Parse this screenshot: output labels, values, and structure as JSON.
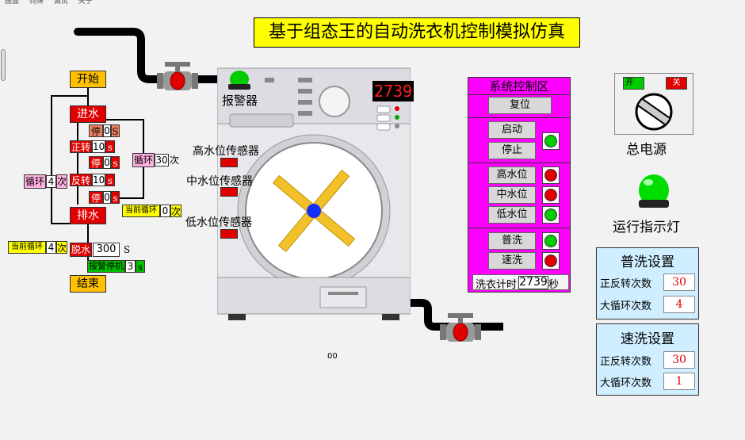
{
  "menu": [
    "画面",
    "特殊",
    "调试",
    "关于"
  ],
  "title": "基于组态王的自动洗衣机控制模拟仿真",
  "alarm_label": "报警器",
  "display_value": "2739",
  "sensors": {
    "high": "高水位传感器",
    "mid": "中水位传感器",
    "low": "低水位传感器"
  },
  "center_text": "00",
  "flow": {
    "start": "开始",
    "inlet": "进水",
    "stop1": "停",
    "stop1_val": "0",
    "stop1_unit": "S",
    "forward": "正转",
    "forward_val": "10",
    "forward_unit": "s",
    "stop2": "停",
    "stop2_val": "0",
    "stop2_unit": "s",
    "reverse": "反转",
    "reverse_val": "10",
    "reverse_unit": "s",
    "stop3": "停",
    "stop3_val": "0",
    "stop3_unit": "s",
    "loop_inner": "循环",
    "loop_inner_val": "30",
    "loop_inner_unit": "次",
    "loop_outer": "循环",
    "loop_outer_val": "4",
    "loop_outer_unit": "次",
    "current_loop_inner": "当前循环",
    "current_loop_inner_val": "0",
    "current_loop_inner_unit": "次",
    "drain": "排水",
    "current_loop_outer": "当前循环",
    "current_loop_outer_val": "4",
    "current_loop_outer_unit": "次",
    "spin": "脱水",
    "spin_val": "300",
    "spin_unit": "S",
    "alarm_stop": "报警停机",
    "alarm_stop_val": "3",
    "alarm_stop_unit": "s",
    "end": "结束"
  },
  "control": {
    "title": "系统控制区",
    "reset": "复位",
    "start": "启动",
    "stop": "停止",
    "high": "高水位",
    "mid": "中水位",
    "low": "低水位",
    "normal": "普洗",
    "quick": "速洗",
    "timer_label": "洗衣计时",
    "timer_val": "2739",
    "timer_unit": "秒",
    "lamps": {
      "run": "#00cc00",
      "high": "#e00000",
      "mid": "#e00000",
      "low": "#00cc00",
      "normal": "#00cc00",
      "quick": "#e00000"
    }
  },
  "power": {
    "on": "开",
    "off": "关",
    "label": "总电源"
  },
  "run_light": {
    "label": "运行指示灯",
    "color": "#00dd00"
  },
  "normal_settings": {
    "title": "普洗设置",
    "rot_label": "正反转次数",
    "rot_val": "30",
    "loop_label": "大循环次数",
    "loop_val": "4"
  },
  "quick_settings": {
    "title": "速洗设置",
    "rot_label": "正反转次数",
    "rot_val": "30",
    "loop_label": "大循环次数",
    "loop_val": "1"
  }
}
